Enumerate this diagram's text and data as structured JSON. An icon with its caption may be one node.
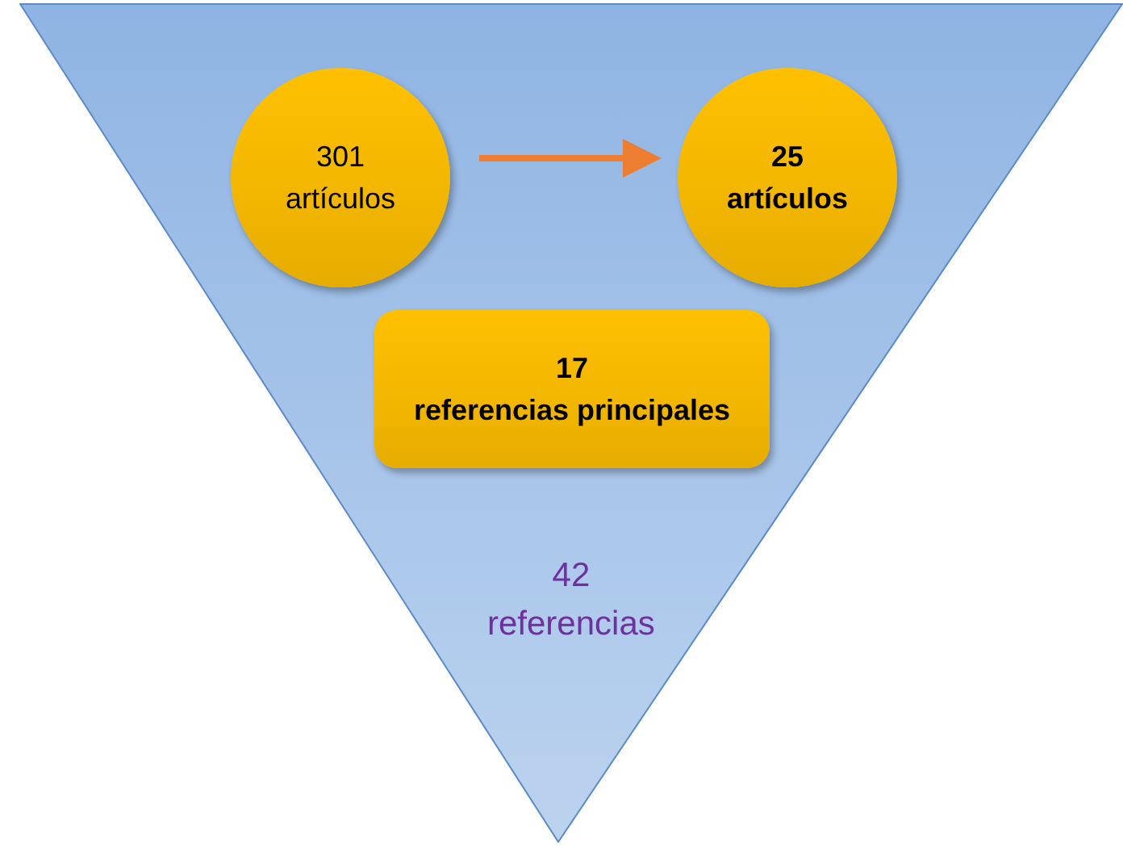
{
  "diagram": {
    "nodes": [
      {
        "text": [
          "42 referencias"
        ]
      },
      {
        "text": [
          "301 artículos"
        ],
        "in": 0
      },
      {
        "text": [
          "25 artículos"
        ],
        "in": 0
      },
      {
        "text": [
          "17 referencias principales"
        ],
        "in": 0
      }
    ],
    "edges": [
      {
        "from": 1,
        "to": 2,
        "arrow": "to",
        "color": "#ed7d31"
      }
    ]
  }
}
